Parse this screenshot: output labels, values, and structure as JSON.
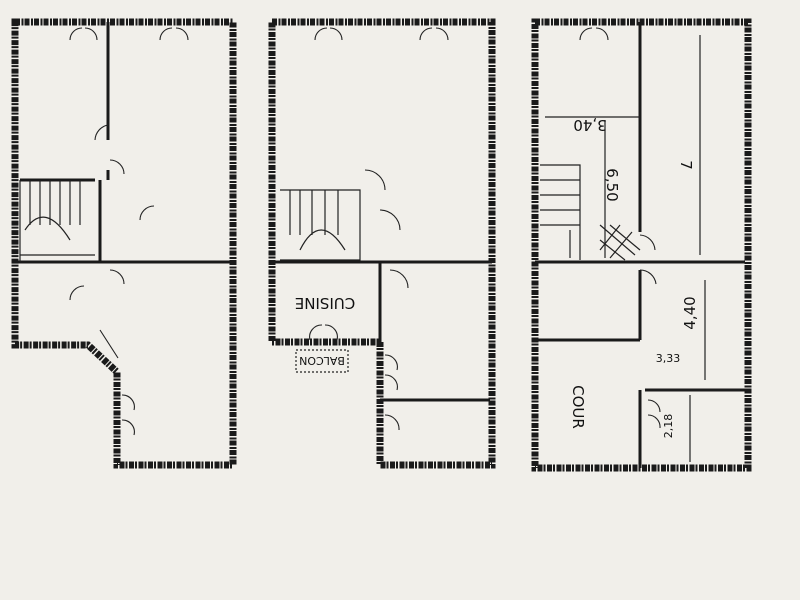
{
  "plans": {
    "middle": {
      "kitchen_label": "CUISINE",
      "balcony_label": "BALCON"
    },
    "right": {
      "dimensions": [
        "3,40",
        "6,50",
        "7",
        "4,40",
        "3,33",
        "2,18"
      ],
      "courtyard_label": "COUR"
    }
  },
  "colors": {
    "paper": "#f1efea",
    "ink": "#1a1a1a"
  }
}
